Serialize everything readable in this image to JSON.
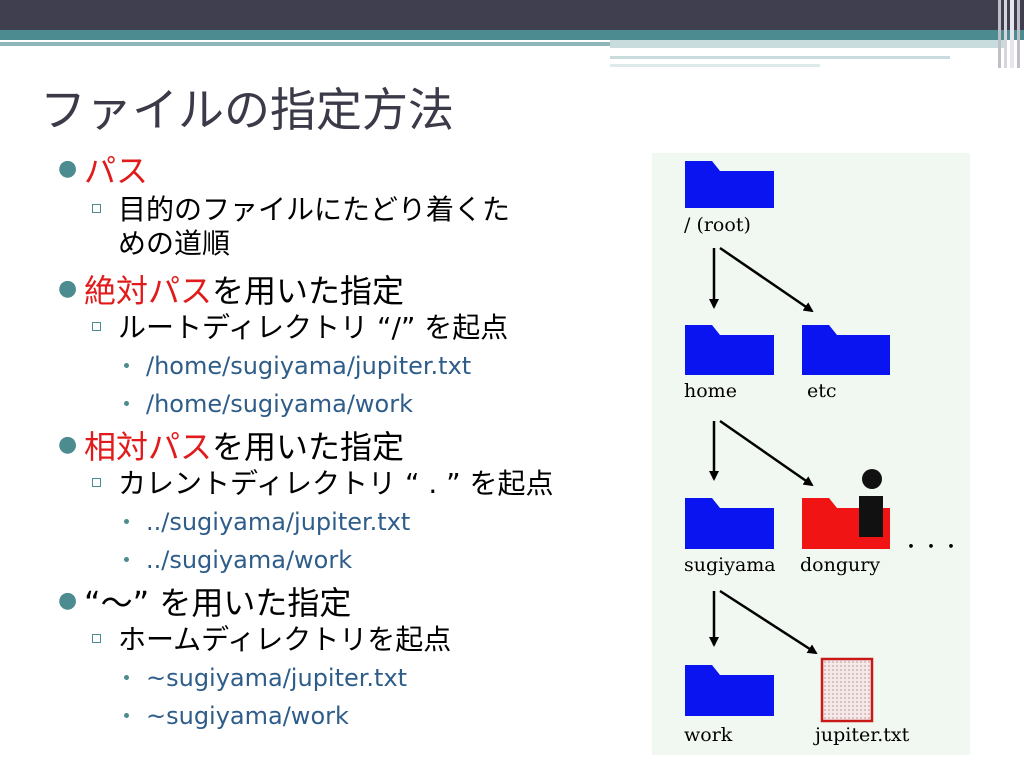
{
  "title": "ファイルの指定方法",
  "bullets": [
    {
      "label_red": "パス",
      "label_black": "",
      "subs": [
        {
          "text_line1": "目的のファイルにたどり着くた",
          "text_line2": "めの道順",
          "items": []
        }
      ]
    },
    {
      "label_red": "絶対パス",
      "label_black": "を用いた指定",
      "subs": [
        {
          "text_line1": "ルートディレクトリ “/” を起点",
          "items": [
            "/home/sugiyama/jupiter.txt",
            "/home/sugiyama/work"
          ]
        }
      ]
    },
    {
      "label_red": "相対パス",
      "label_black": "を用いた指定",
      "subs": [
        {
          "text_line1": "カレントディレクトリ “ . ” を起点",
          "items": [
            "../sugiyama/jupiter.txt",
            "../sugiyama/work"
          ]
        }
      ]
    },
    {
      "label_red": "",
      "label_black": "“～” を用いた指定",
      "subs": [
        {
          "text_line1": "ホームディレクトリを起点",
          "items": [
            "~sugiyama/jupiter.txt",
            "~sugiyama/work"
          ]
        }
      ]
    }
  ],
  "diagram": {
    "root_label": "/ (root)",
    "home_label": "home",
    "etc_label": "etc",
    "sugiyama_label": "sugiyama",
    "dongury_label": "dongury",
    "ellipsis": "・・・",
    "work_label": "work",
    "jupiter_label": "jupiter.txt"
  },
  "colors": {
    "folder": "#0a14f0",
    "folder_red": "#f01414",
    "accent": "#4c8b8f",
    "highlight": "#e11b1b"
  }
}
